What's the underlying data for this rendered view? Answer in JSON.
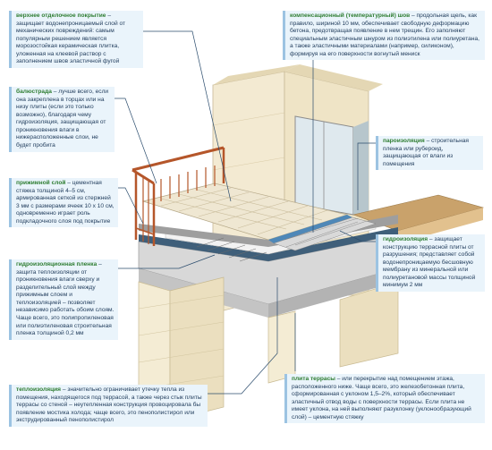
{
  "labels": {
    "top_finish": {
      "term": "верхнее отделочное покрытие",
      "desc": " – защищает водонепроницаемый слой от механических повреждений: самым популярным решением является морозостойкая керамическая плитка, уложенная на клеевой раствор с заполнением швов эластичной фугой"
    },
    "balustrade": {
      "term": "балюстрада",
      "desc": " – лучше всего, если она закреплена в торцах или на низу плиты (если это только возможно), благодаря чему гидроизоляция, защищающая от проникновения влаги в нижерасположенные слои, не будет пробита"
    },
    "screed": {
      "term": "прижимной слой",
      "desc": " – цементная стяжка толщиной 4–5 см, армированная сеткой из стержней 3 мм с размерами ячеек 10 х 10 см, одновременно играет роль подкладочного слоя под покрытие"
    },
    "membrane": {
      "term": "гидроизоляционная пленка",
      "desc": " – защита теплоизоляции от проникновения влаги сверху и разделительный слой между прижимным слоем и теплоизоляцией – позволяет независимо работать обоим слоям. Чаще всего, это полипропиленовая или полиэтиленовая строительная пленка толщиной 0,2 мм"
    },
    "insulation": {
      "term": "теплоизоляция",
      "desc": " – значительно ограничивает утечку тепла из помещения, находящегося под террасой, а также через стык плиты террасы со стеной – неутепленная конструкция провоцировала бы появление мостика холода; чаще всего, это пенополистирол или экструдированный пенополистирол"
    },
    "joint": {
      "term": "компенсационный (температурный) шов",
      "desc": " – продольная щель, как правило, шириной 10 мм, обеспечивает свободную деформацию бетона, предотвращая появление в нем трещин. Его заполняют специальным эластичным шнуром из полиэтилена или полиуретана, а также эластичными материалами (например, силиконом), формируя на его поверхности вогнутый мениск"
    },
    "vapor": {
      "term": "пароизоляция",
      "desc": " – строительная пленка или рубероид, защищающая от влаги из помещения"
    },
    "waterproofing": {
      "term": "гидроизоляция",
      "desc": " – защищает конструкцию террасной плиты от разрушения; представляет собой водонепроницаемую бесшовную мембрану из мин­еральной или полиуретановой массы толщиной минимум 2 мм"
    },
    "slab": {
      "term": "плита террасы",
      "desc": " – или перекрытие над помещением этажа, расположенного ниже. Чаще всего, это железобетонная плита, сформированная с уклоном 1,5–2%, который обеспечивает эластичный отвод воды с поверхности террасы. Если плита не имеет уклона, на ней выполняют разуклонку (уклонообразующий слой) – цементную стяжку"
    }
  }
}
